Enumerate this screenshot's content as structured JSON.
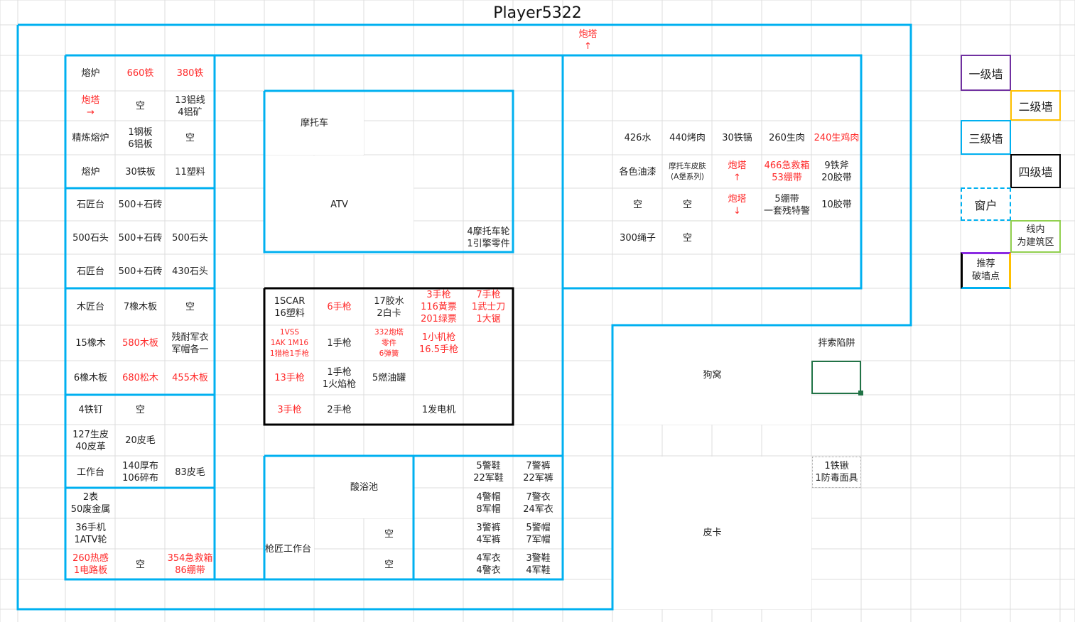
{
  "title": "Player5322",
  "colors": {
    "wall_blue": "#00b0f0",
    "red_text": "#ff2a2a",
    "lvl1": "#7030a0",
    "lvl2": "#ffc000",
    "lvl3": "#00b0f0",
    "lvl4": "#000000",
    "build_zone": "#92d050",
    "selection": "#217346"
  },
  "turret_top": {
    "text": "炮塔\n↑",
    "color": "#ff2a2a"
  },
  "left_block": {
    "rows": [
      [
        "熔炉",
        {
          "text": "660铁",
          "color": "#ff2a2a"
        },
        {
          "text": "380铁",
          "color": "#ff2a2a"
        }
      ],
      [
        {
          "text": "炮塔\n→",
          "color": "#ff2a2a"
        },
        "空",
        "13铝线\n4铝矿"
      ],
      [
        "精炼熔炉",
        "1钢板\n6铝板",
        "空"
      ],
      [
        "熔炉",
        "30铁板",
        "11塑料"
      ],
      [
        "石匠台",
        "500+石砖",
        ""
      ],
      [
        "500石头",
        "500+石砖",
        "500石头"
      ],
      [
        "石匠台",
        "500+石砖",
        "430石头"
      ],
      [
        "木匠台",
        "7橡木板",
        "空"
      ],
      [
        "15橡木",
        {
          "text": "580木板",
          "color": "#ff2a2a"
        },
        "残耐军衣\n军帽各一"
      ],
      [
        "6橡木板",
        {
          "text": "680松木",
          "color": "#ff2a2a"
        },
        {
          "text": "455木板",
          "color": "#ff2a2a"
        }
      ],
      [
        "4铁钉",
        "空",
        ""
      ],
      [
        "127生皮\n40皮革",
        "20皮毛",
        ""
      ],
      [
        "工作台",
        "140厚布\n106碎布",
        "83皮毛"
      ],
      [
        "2表\n50废金属",
        "",
        ""
      ],
      [
        "36手机\n1ATV轮",
        "",
        ""
      ],
      [
        {
          "text": "260热感\n1电路板",
          "color": "#ff2a2a"
        },
        "空",
        {
          "text": "354急救箱\n86绷带",
          "color": "#ff2a2a"
        }
      ]
    ]
  },
  "garage": {
    "motorcycle": "摩托车",
    "atv": "ATV",
    "parts": "4摩托车轮\n1引擎零件"
  },
  "armory": {
    "rows": [
      [
        "1SCAR\n16塑料",
        {
          "text": "6手枪",
          "color": "#ff2a2a"
        },
        "17胶水\n2白卡",
        {
          "text": "3手枪\n116黄票\n201绿票",
          "color": "#ff2a2a"
        },
        {
          "text": "7手枪\n1武士刀\n1大锯",
          "color": "#ff2a2a"
        }
      ],
      [
        {
          "text": "1VSS\n1AK 1M16\n1猎枪1手枪",
          "color": "#ff2a2a",
          "small": true
        },
        "1手枪",
        {
          "text": "332炮塔\n零件\n6弹簧",
          "color": "#ff2a2a",
          "small": true
        },
        {
          "text": "1小机枪\n16.5手枪",
          "color": "#ff2a2a"
        },
        ""
      ],
      [
        {
          "text": "13手枪",
          "color": "#ff2a2a"
        },
        "1手枪\n1火焰枪",
        "5燃油罐",
        "",
        ""
      ],
      [
        {
          "text": "3手枪",
          "color": "#ff2a2a"
        },
        "2手枪",
        "",
        "1发电机",
        ""
      ]
    ]
  },
  "workshop": {
    "acid_bath": "酸浴池",
    "gunsmith": "枪匠工作台",
    "empty_1": "空",
    "empty_2": "空"
  },
  "clothes": {
    "rows": [
      [
        "5警鞋\n22军鞋",
        "7警裤\n22军裤"
      ],
      [
        "4警帽\n8军帽",
        "7警衣\n24军衣"
      ],
      [
        "3警裤\n4军裤",
        "5警帽\n7军帽"
      ],
      [
        "4军衣\n4警衣",
        "3警鞋\n4军鞋"
      ]
    ]
  },
  "storage_right": {
    "rows": [
      [
        "426水",
        "440烤肉",
        "30铁镐",
        "260生肉",
        {
          "text": "240生鸡肉",
          "color": "#ff2a2a"
        }
      ],
      [
        "各色油漆",
        {
          "text": "摩托车皮肤\n(A堡系列)",
          "small": true
        },
        {
          "text": "炮塔\n↑",
          "color": "#ff2a2a"
        },
        {
          "text": "466急救箱\n53绷带",
          "color": "#ff2a2a"
        },
        "9铁斧\n20胶带"
      ],
      [
        "空",
        "空",
        {
          "text": "炮塔\n↓",
          "color": "#ff2a2a"
        },
        "5绷带\n一套残特警",
        "10胶带"
      ],
      [
        "300绳子",
        "空",
        "",
        "",
        ""
      ]
    ]
  },
  "yard": {
    "dog_house": "狗窝",
    "pickup": "皮卡",
    "tripwire": "拌索陷阱",
    "shovel": "1铁锹\n1防毒面具"
  },
  "legend": {
    "lvl1": "一级墙",
    "lvl2": "二级墙",
    "lvl3": "三级墙",
    "lvl4": "四级墙",
    "window": "窗户",
    "build_zone": "线内\n为建筑区",
    "breach": "推荐\n破墙点"
  }
}
